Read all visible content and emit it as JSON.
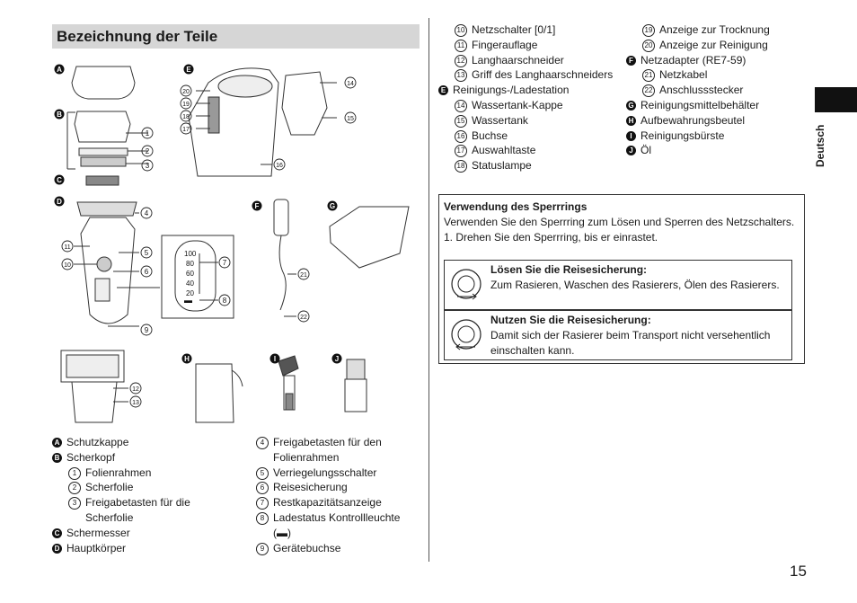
{
  "title": "Bezeichnung der Teile",
  "page_number": "15",
  "side_label": "Deutsch",
  "figure_badges": [
    "A",
    "B",
    "C",
    "D",
    "E",
    "F",
    "G",
    "H",
    "I",
    "J"
  ],
  "callout_numbers": [
    "1",
    "2",
    "3",
    "4",
    "5",
    "6",
    "7",
    "8",
    "9",
    "10",
    "11",
    "12",
    "13",
    "14",
    "15",
    "16",
    "17",
    "18",
    "19",
    "20",
    "21",
    "22"
  ],
  "battery_display": [
    "100",
    "80",
    "60",
    "40",
    "20"
  ],
  "list_left": [
    {
      "badge": "A",
      "text": "Schutzkappe"
    },
    {
      "badge": "B",
      "text": "Scherkopf"
    },
    {
      "num": "1",
      "text": "Folienrahmen"
    },
    {
      "num": "2",
      "text": "Scherfolie"
    },
    {
      "num": "3",
      "text": "Freigabetasten für die"
    },
    {
      "cont": true,
      "text": "Scherfolie"
    },
    {
      "badge": "C",
      "text": "Schermesser"
    },
    {
      "badge": "D",
      "text": "Hauptkörper"
    }
  ],
  "list_mid": [
    {
      "num": "4",
      "text": "Freigabetasten für den"
    },
    {
      "cont": true,
      "text": "Folienrahmen"
    },
    {
      "num": "5",
      "text": "Verriegelungsschalter"
    },
    {
      "num": "6",
      "text": "Reisesicherung"
    },
    {
      "num": "7",
      "text": "Restkapazitätsanzeige"
    },
    {
      "num": "8",
      "text": "Ladestatus Kontrollleuchte"
    },
    {
      "cont": true,
      "text": "(▬)"
    },
    {
      "num": "9",
      "text": "Gerätebuchse"
    }
  ],
  "list_right_a": [
    {
      "num": "10",
      "text": "Netzschalter [0/1]"
    },
    {
      "num": "11",
      "text": "Fingerauflage"
    },
    {
      "num": "12",
      "text": "Langhaarschneider"
    },
    {
      "num": "13",
      "text": "Griff des Langhaarschneiders"
    },
    {
      "badge": "E",
      "text": "Reinigungs-/Ladestation"
    },
    {
      "num": "14",
      "text": "Wassertank-Kappe"
    },
    {
      "num": "15",
      "text": "Wassertank"
    },
    {
      "num": "16",
      "text": "Buchse"
    },
    {
      "num": "17",
      "text": "Auswahltaste"
    },
    {
      "num": "18",
      "text": "Statuslampe"
    }
  ],
  "list_right_b": [
    {
      "num": "19",
      "text": "Anzeige zur Trocknung"
    },
    {
      "num": "20",
      "text": "Anzeige zur Reinigung"
    },
    {
      "badge": "F",
      "text": "Netzadapter (RE7-59)"
    },
    {
      "num": "21",
      "text": "Netzkabel"
    },
    {
      "num": "22",
      "text": "Anschlussstecker"
    },
    {
      "badge": "G",
      "text": "Reinigungsmittelbehälter"
    },
    {
      "badge": "H",
      "text": "Aufbewahrungsbeutel"
    },
    {
      "badge": "I",
      "text": "Reinigungsbürste"
    },
    {
      "badge": "J",
      "text": "Öl"
    }
  ],
  "note": {
    "heading": "Verwendung des Sperrrings",
    "body": "Verwenden Sie den Sperrring zum Lösen und Sperren des Netzschalters.",
    "step": "1. Drehen Sie den Sperrring, bis er einrastet.",
    "unlock_title": "Lösen Sie die Reisesicherung:",
    "unlock_text": "Zum Rasieren, Waschen des Rasierers, Ölen des Rasierers.",
    "lock_title": "Nutzen Sie die Reisesicherung:",
    "lock_text": "Damit sich der Rasierer beim Transport nicht versehentlich einschalten kann."
  }
}
